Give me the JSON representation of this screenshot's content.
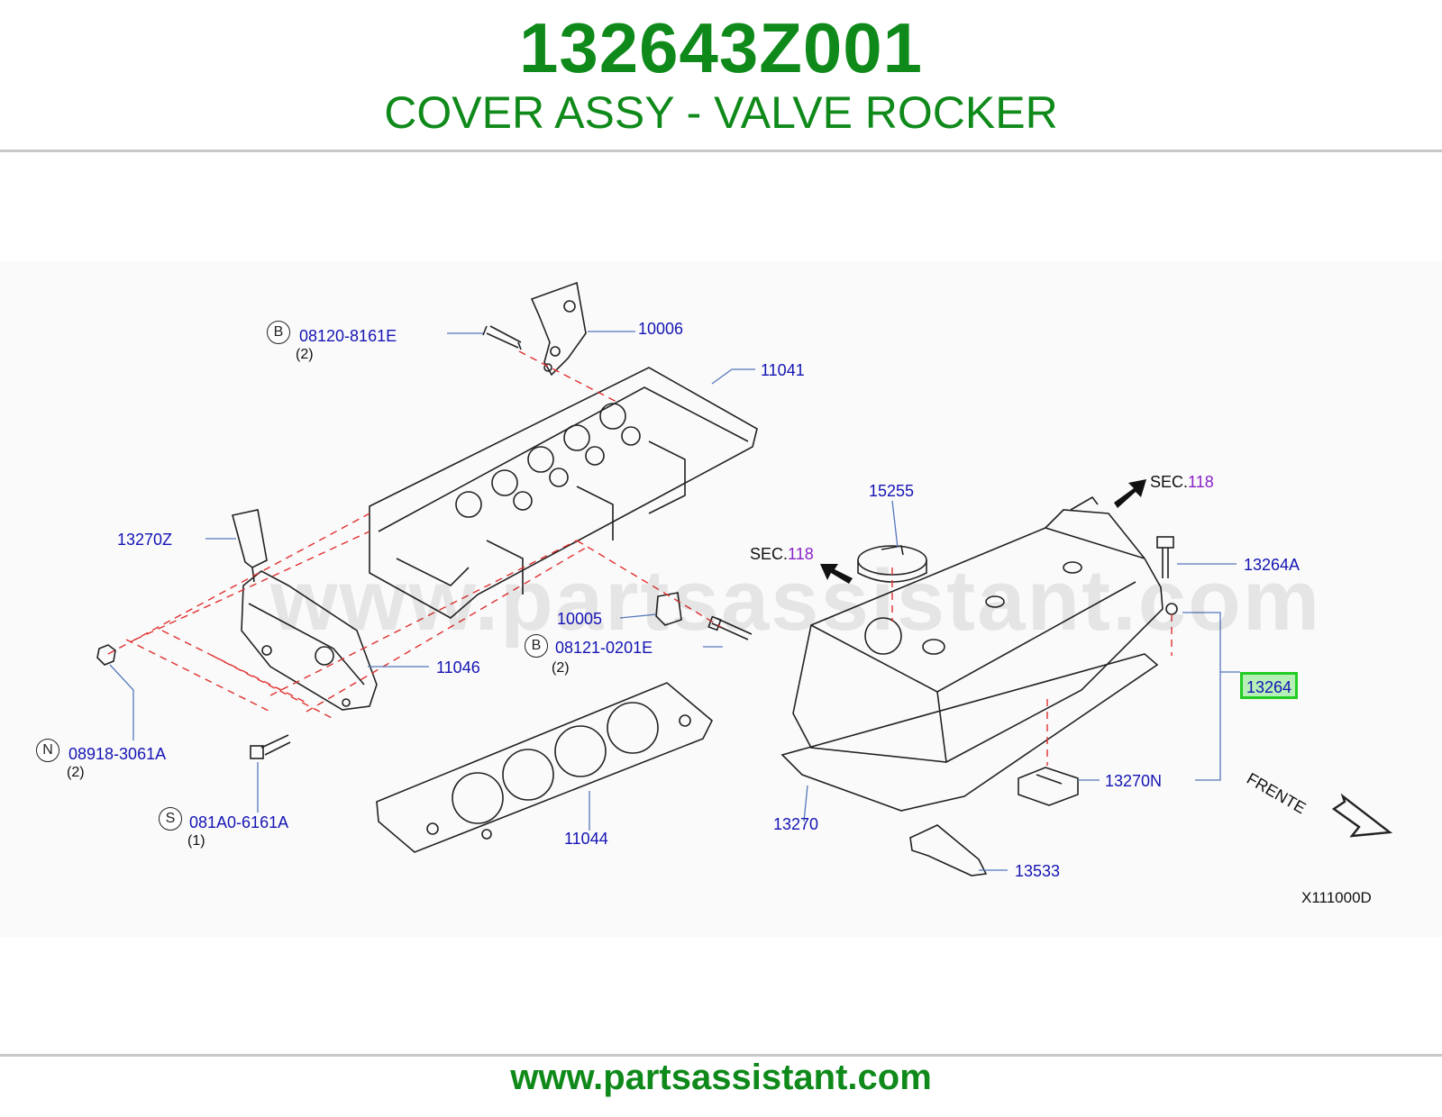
{
  "header": {
    "part_number": "132643Z001",
    "description": "COVER ASSY - VALVE ROCKER"
  },
  "diagram": {
    "watermark": "www.partsassistant.com",
    "labels": {
      "p10006": "10006",
      "p11041": "11041",
      "b08120": "08120-8161E",
      "b08120_qty": "(2)",
      "p13270z": "13270Z",
      "p10005": "10005",
      "b08121": "08121-0201E",
      "b08121_qty": "(2)",
      "p11046": "11046",
      "n08918": "08918-3061A",
      "n08918_qty": "(2)",
      "s081a0": "081A0-6161A",
      "s081a0_qty": "(1)",
      "p11044": "11044",
      "p15255": "15255",
      "sec_prefix": "SEC.",
      "sec_num": "118",
      "p13264a": "13264A",
      "p13264": "13264",
      "p13270n": "13270N",
      "p13270": "13270",
      "p13533": "13533",
      "frente": "FRENTE",
      "code": "X111000D"
    },
    "circle_letters": {
      "b": "B",
      "n": "N",
      "s": "S"
    }
  },
  "footer": {
    "url": "www.partsassistant.com"
  },
  "colors": {
    "brand_green": "#0f8a1a",
    "part_blue": "#1414b4",
    "section_purple": "#8a22c8",
    "highlight": "#22cc22"
  }
}
